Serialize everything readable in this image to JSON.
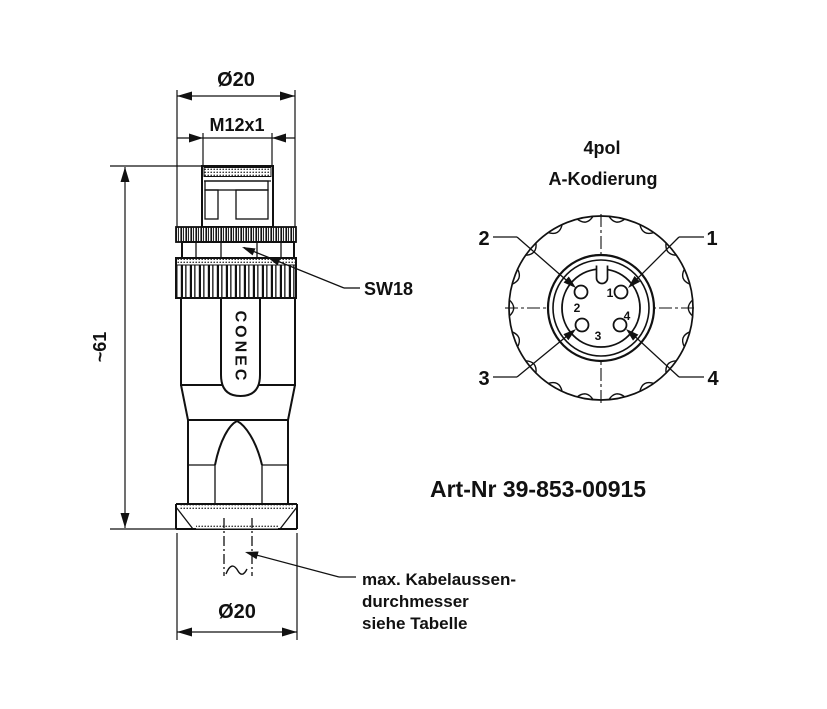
{
  "colors": {
    "ink": "#111111",
    "background": "#ffffff"
  },
  "connector_side_view": {
    "dim_outer_diameter_top": "Ø20",
    "dim_thread": "M12x1",
    "dim_overall_length": "~61",
    "wrench_size_label": "SW18",
    "brand_logo": "CONEC",
    "dim_outer_diameter_bottom": "Ø20",
    "cable_note_line1": "max. Kabelaussen-",
    "cable_note_line2": "durchmesser",
    "cable_note_line3": "siehe Tabelle"
  },
  "connector_face_view": {
    "title_poles": "4pol",
    "title_coding": "A-Kodierung",
    "pin_labels": {
      "pin1": "1",
      "pin2": "2",
      "pin3": "3",
      "pin4": "4"
    },
    "callout_labels": {
      "pin1": "1",
      "pin2": "2",
      "pin3": "3",
      "pin4": "4"
    }
  },
  "article": {
    "number_label": "Art-Nr 39-853-00915"
  }
}
